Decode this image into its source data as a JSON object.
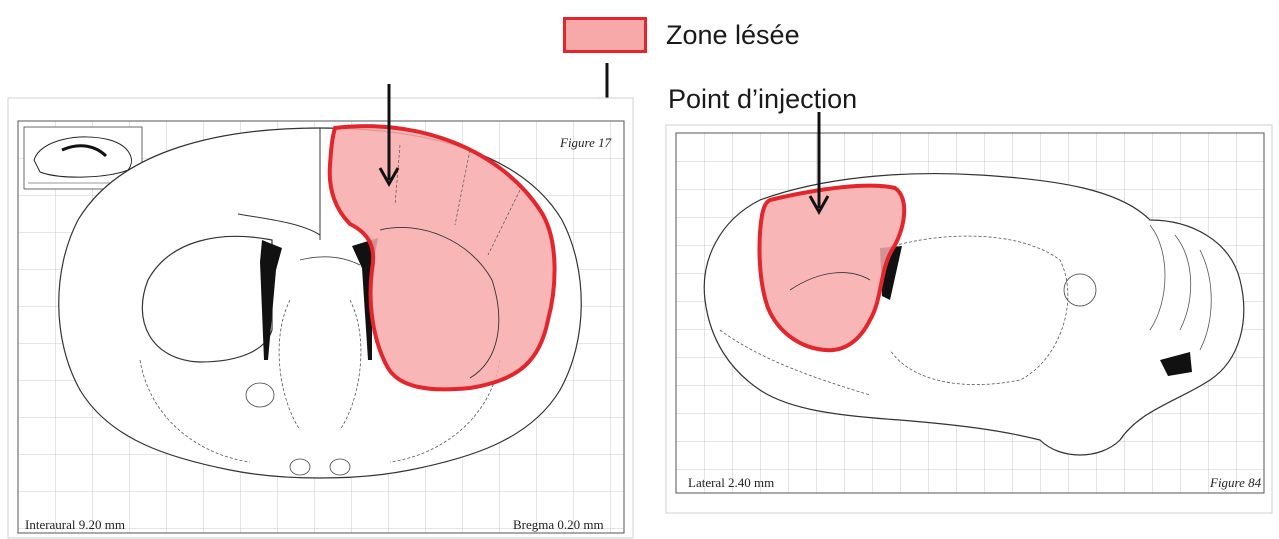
{
  "legend": {
    "lesion_label": "Zone lésée",
    "injection_label": "Point d’injection",
    "lesion_color": "#f7a9aa",
    "lesion_border_color": "#e3262b"
  },
  "coronal_panel": {
    "figure_label": "Figure 17",
    "interaural_label": "Interaural 9.20 mm",
    "bregma_label": "Bregma 0.20 mm"
  },
  "sagittal_panel": {
    "figure_label": "Figure 84",
    "lateral_label": "Lateral 2.40 mm"
  }
}
